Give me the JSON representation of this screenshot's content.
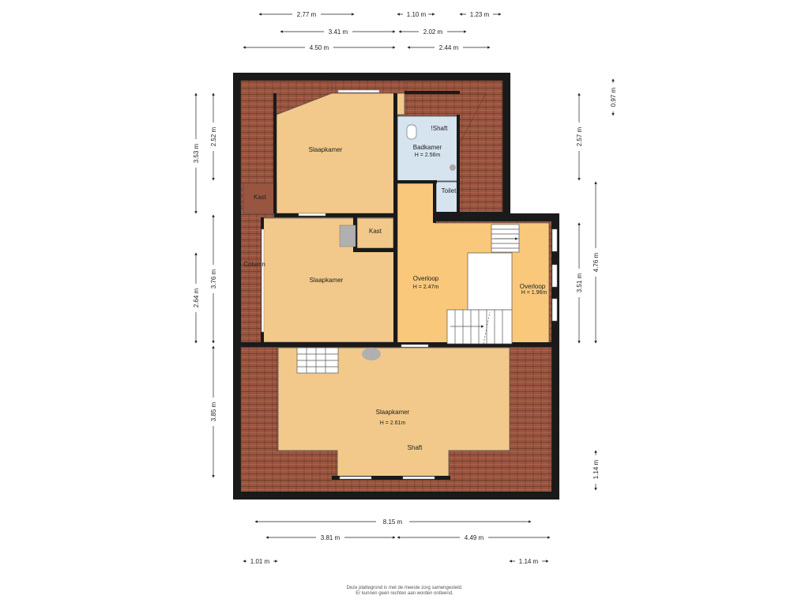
{
  "rooms": [
    {
      "id": "slaapkamer_top",
      "label": "Slaapkamer",
      "height": ""
    },
    {
      "id": "kast_left",
      "label": "Kast",
      "height": ""
    },
    {
      "id": "badkamer",
      "label": "Badkamer",
      "height": "H = 2.56m"
    },
    {
      "id": "shaft_top",
      "label": "!Shaft",
      "height": ""
    },
    {
      "id": "toilet",
      "label": "Toilet",
      "height": ""
    },
    {
      "id": "kast_mid",
      "label": "Kast",
      "height": ""
    },
    {
      "id": "column",
      "label": "Column",
      "height": ""
    },
    {
      "id": "slaapkamer_mid",
      "label": "Slaapkamer",
      "height": ""
    },
    {
      "id": "overloop",
      "label": "Overloop",
      "height": "H = 2.47m"
    },
    {
      "id": "overloop_right",
      "label": "Overloop",
      "height": "H = 1.96m"
    },
    {
      "id": "slaapkamer_bottom",
      "label": "Slaapkamer",
      "height": "H = 2.61m"
    },
    {
      "id": "shaft_bottom",
      "label": "Shaft",
      "height": ""
    }
  ],
  "dimensions": {
    "top": [
      "2.77 m",
      "1.10 m",
      "1.23 m",
      "3.41 m",
      "2.02 m",
      "4.50 m",
      "2.44 m"
    ],
    "left": [
      "3.53 m",
      "2.52 m",
      "2.64 m",
      "3.76 m",
      "3.85 m"
    ],
    "right": [
      "0.97 m",
      "2.57 m",
      "4.76 m",
      "3.51 m",
      "1.14 m"
    ],
    "bottom": [
      "8.15 m",
      "3.81 m",
      "4.49 m",
      "1.01 m",
      "1.14 m"
    ]
  },
  "footer": {
    "line1": "Deze plattegrond is met de meeste zorg samengesteld.",
    "line2": "Er kunnen geen rechten aan worden ontleend."
  },
  "colors": {
    "wall": "#1a1a1a",
    "roof": "#9a5540",
    "roof_line": "#6e3a2a",
    "bedroom": "#f2c98a",
    "landing": "#f9c87a",
    "bathroom": "#d6e4f0",
    "stairs": "#ffffff"
  }
}
